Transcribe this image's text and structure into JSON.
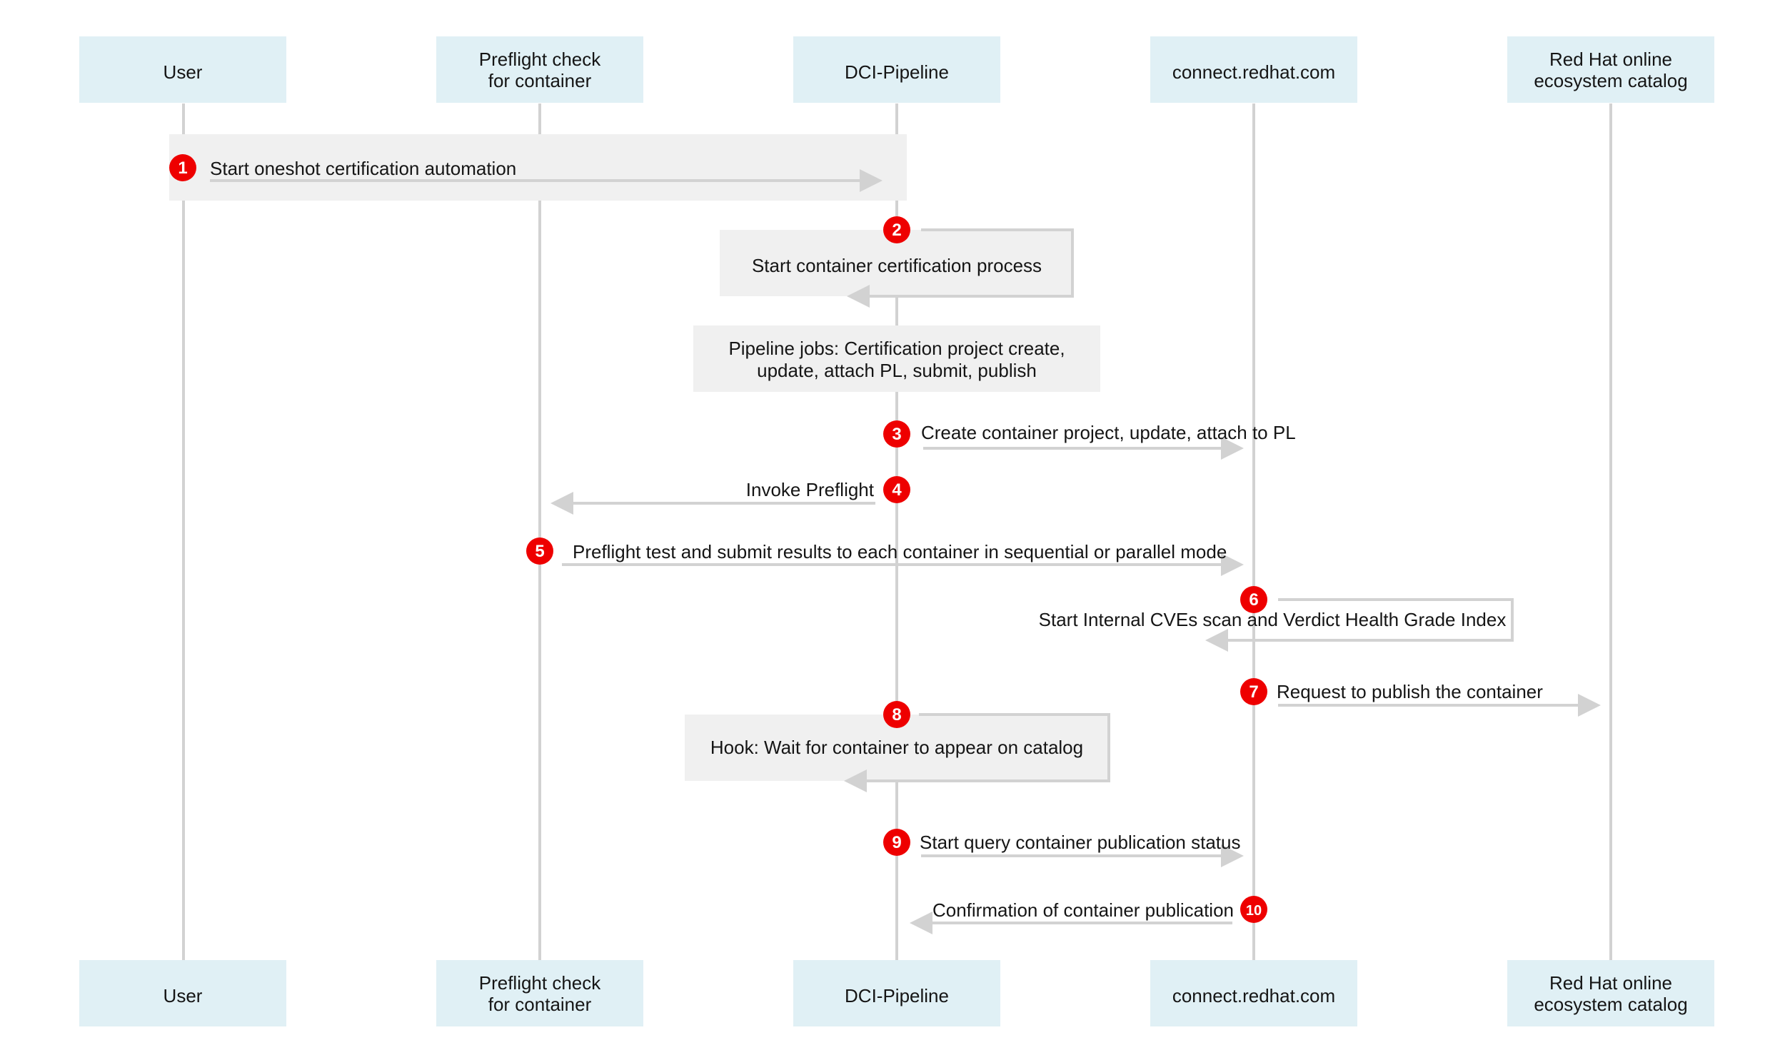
{
  "actors": [
    {
      "id": "user",
      "lines": [
        "User"
      ]
    },
    {
      "id": "preflight",
      "lines": [
        "Preflight check",
        "for container"
      ]
    },
    {
      "id": "dci",
      "lines": [
        "DCI-Pipeline"
      ]
    },
    {
      "id": "connect",
      "lines": [
        "connect.redhat.com"
      ]
    },
    {
      "id": "catalog",
      "lines": [
        "Red Hat online",
        "ecosystem catalog"
      ]
    }
  ],
  "steps": [
    {
      "number": "1",
      "label": "Start oneshot certification automation"
    },
    {
      "number": "2",
      "label": "Start container certification process"
    },
    {
      "number": "3",
      "label": "Create container project, update, attach to PL"
    },
    {
      "number": "4",
      "label": "Invoke Preflight"
    },
    {
      "number": "5",
      "label": "Preflight test and submit results to each container in sequential or parallel mode"
    },
    {
      "number": "6",
      "label": "Start Internal CVEs scan and Verdict Health Grade Index"
    },
    {
      "number": "7",
      "label": "Request to publish the container"
    },
    {
      "number": "8",
      "label": "Hook: Wait for container to appear on catalog"
    },
    {
      "number": "9",
      "label": "Start query container publication status"
    },
    {
      "number": "10",
      "label": "Confirmation of container publication"
    }
  ],
  "note": {
    "lines": [
      "Pipeline jobs: Certification project create,",
      "update, attach PL, submit, publish"
    ]
  },
  "colors": {
    "actor_box": "#e0f0f5",
    "lifeline": "#d2d2d2",
    "arrow": "#d2d2d2",
    "step_panel": "#f0f0f0",
    "badge": "#ee0000",
    "text": "#151515"
  }
}
